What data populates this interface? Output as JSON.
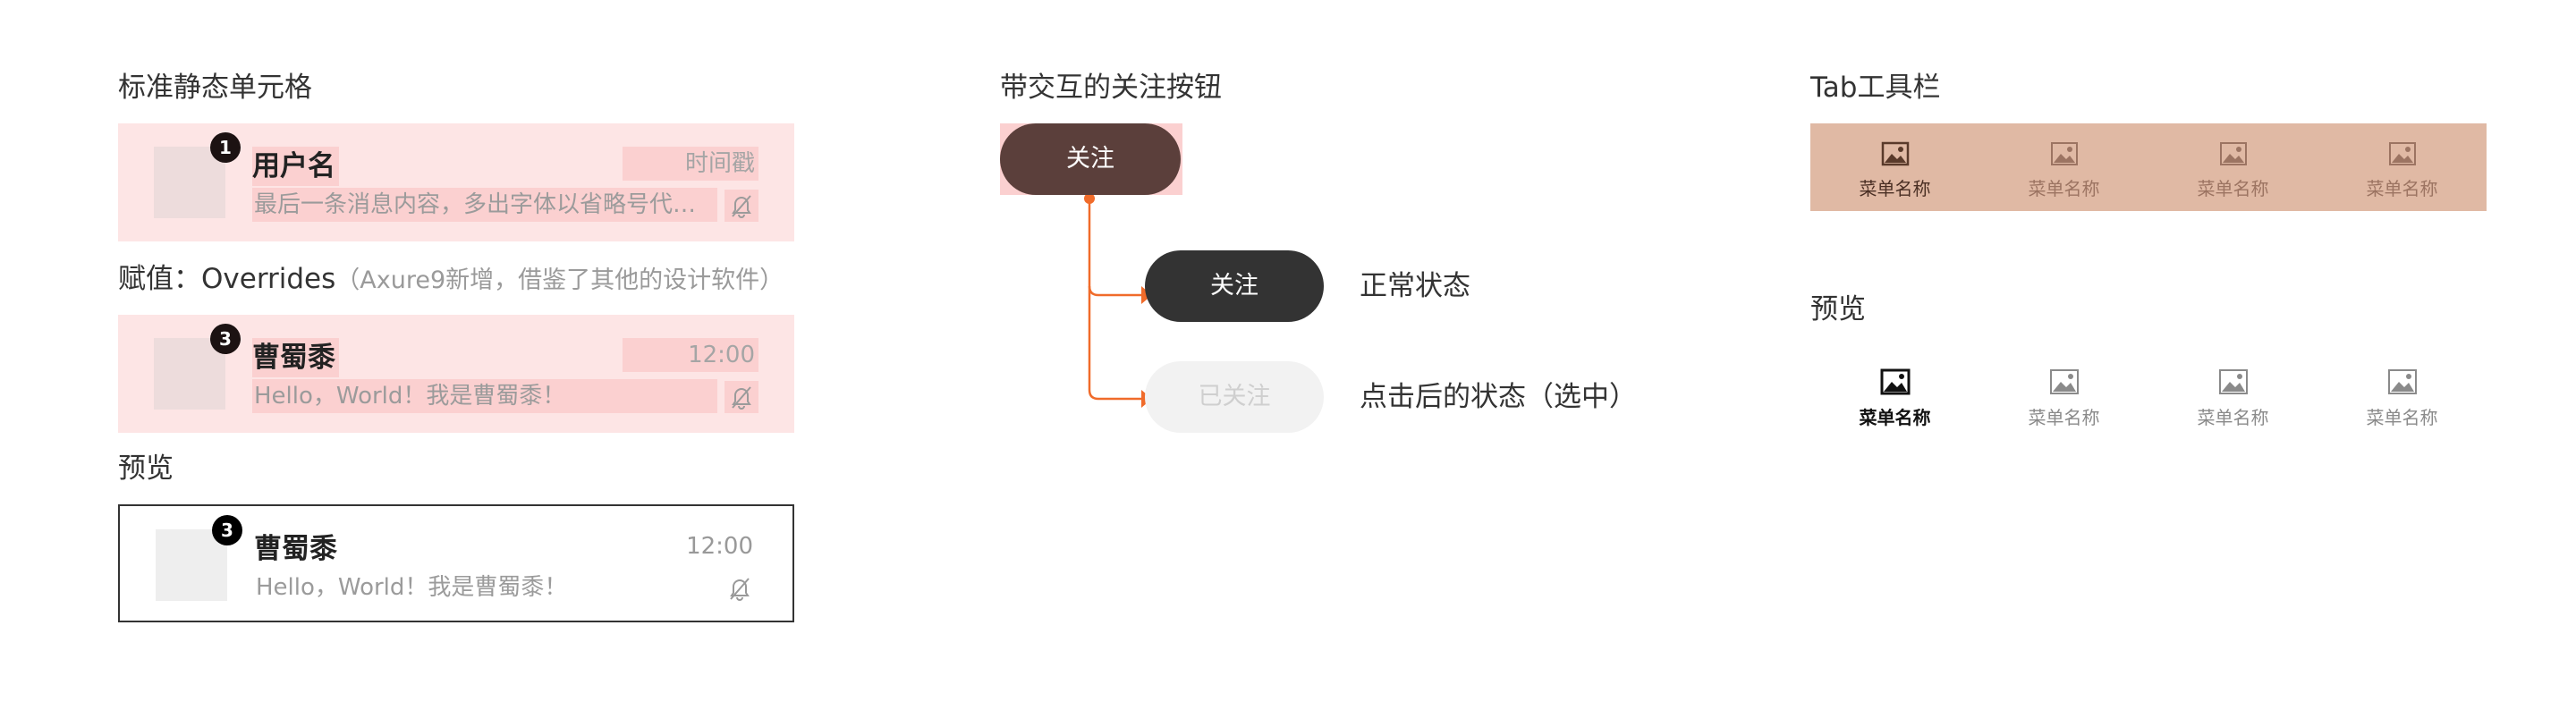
{
  "left": {
    "heading_static": "标准静态单元格",
    "heading_assign_main": "赋值：Overrides",
    "heading_assign_note": "（Axure9新增，借鉴了其他的设计软件）",
    "heading_preview": "预览",
    "template_cell": {
      "badge": "1",
      "name": "用户名",
      "time": "时间戳",
      "message": "最后一条消息内容，多出字体以省略号代替…"
    },
    "override_cell": {
      "badge": "3",
      "name": "曹蜀黍",
      "time": "12:00",
      "message": "Hello，World！我是曹蜀黍！"
    },
    "preview_cell": {
      "badge": "3",
      "name": "曹蜀黍",
      "time": "12:00",
      "message": "Hello，World！我是曹蜀黍！"
    }
  },
  "middle": {
    "heading": "带交互的关注按钮",
    "source_button": "关注",
    "normal_button": "关注",
    "normal_state": "正常状态",
    "selected_button": "已关注",
    "selected_state": "点击后的状态（选中）",
    "colors": {
      "connector": "#f06b2a",
      "source_bg": "#5b3f3b",
      "normal_bg": "#333333",
      "selected_bg": "#f2f2f2"
    }
  },
  "right": {
    "heading_tab": "Tab工具栏",
    "heading_preview": "预览",
    "tabs": [
      {
        "label": "菜单名称",
        "icon": "image-icon"
      },
      {
        "label": "菜单名称",
        "icon": "image-icon"
      },
      {
        "label": "菜单名称",
        "icon": "image-icon"
      },
      {
        "label": "菜单名称",
        "icon": "image-icon"
      }
    ],
    "preview_tabs": [
      {
        "label": "菜单名称",
        "icon": "image-icon"
      },
      {
        "label": "菜单名称",
        "icon": "image-icon"
      },
      {
        "label": "菜单名称",
        "icon": "image-icon"
      },
      {
        "label": "菜单名称",
        "icon": "image-icon"
      }
    ],
    "colors": {
      "tabbar_bg": "#e0b9a4"
    }
  }
}
